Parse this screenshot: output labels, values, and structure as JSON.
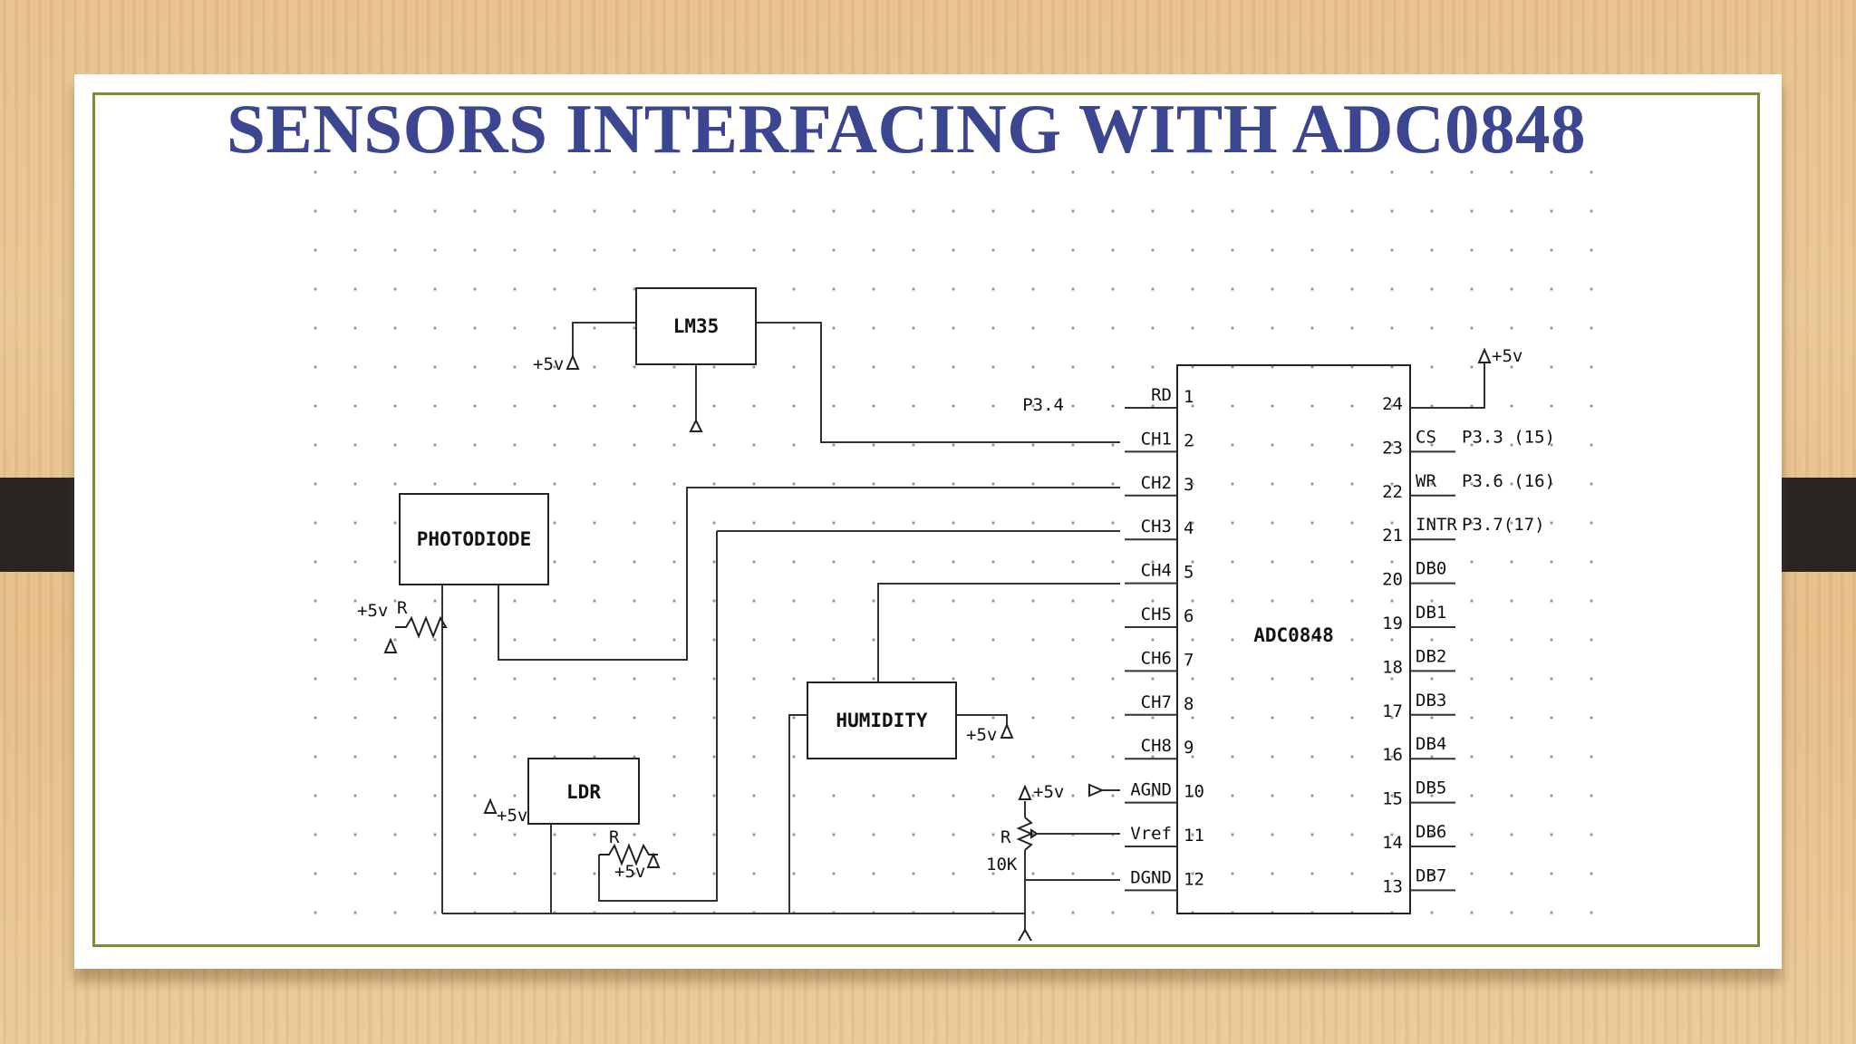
{
  "slide": {
    "title": "SENSORS INTERFACING WITH ADC0848"
  },
  "diagram": {
    "blocks": {
      "lm35": "LM35",
      "photodiode": "PHOTODIODE",
      "humidity": "HUMIDITY",
      "ldr": "LDR",
      "adc": "ADC0848"
    },
    "supply_label": "+5v",
    "resistor_label": "R",
    "pot_value": "10K",
    "port_rd": "P3.4",
    "left_pins": [
      {
        "name": "RD",
        "num": "1"
      },
      {
        "name": "CH1",
        "num": "2"
      },
      {
        "name": "CH2",
        "num": "3"
      },
      {
        "name": "CH3",
        "num": "4"
      },
      {
        "name": "CH4",
        "num": "5"
      },
      {
        "name": "CH5",
        "num": "6"
      },
      {
        "name": "CH6",
        "num": "7"
      },
      {
        "name": "CH7",
        "num": "8"
      },
      {
        "name": "CH8",
        "num": "9"
      },
      {
        "name": "AGND",
        "num": "10"
      },
      {
        "name": "Vref",
        "num": "11"
      },
      {
        "name": "DGND",
        "num": "12"
      }
    ],
    "right_pins": [
      {
        "name": "",
        "num": "24",
        "port": ""
      },
      {
        "name": "CS",
        "num": "23",
        "port": "P3.3 (15)"
      },
      {
        "name": "WR",
        "num": "22",
        "port": "P3.6 (16)"
      },
      {
        "name": "INTR",
        "num": "21",
        "port": "P3.7(17)"
      },
      {
        "name": "DB0",
        "num": "20",
        "port": ""
      },
      {
        "name": "DB1",
        "num": "19",
        "port": ""
      },
      {
        "name": "DB2",
        "num": "18",
        "port": ""
      },
      {
        "name": "DB3",
        "num": "17",
        "port": ""
      },
      {
        "name": "DB4",
        "num": "16",
        "port": ""
      },
      {
        "name": "DB5",
        "num": "15",
        "port": ""
      },
      {
        "name": "DB6",
        "num": "14",
        "port": ""
      },
      {
        "name": "DB7",
        "num": "13",
        "port": ""
      }
    ]
  },
  "colors": {
    "title": "#3c4590",
    "frame": "#7f8a3a",
    "wire": "#333333"
  }
}
